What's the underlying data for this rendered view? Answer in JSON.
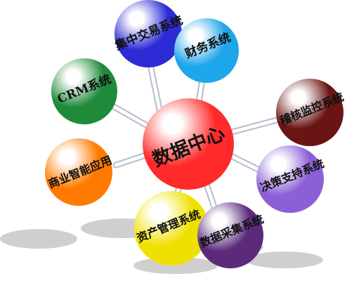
{
  "center": {
    "label": "数据中心",
    "color": "#ff2a2a"
  },
  "nodes": [
    {
      "id": "jizhong",
      "label": "集中交易系统",
      "color": "#2d2bd6"
    },
    {
      "id": "caiwu",
      "label": "财务系统",
      "color": "#1ea6ea"
    },
    {
      "id": "crm",
      "label": "CRM系统",
      "color": "#1f8a3a"
    },
    {
      "id": "jihe",
      "label": "稽核监控系统",
      "color": "#6a1414"
    },
    {
      "id": "shangye",
      "label": "商业智能应用",
      "color": "#ff7a00"
    },
    {
      "id": "juece",
      "label": "决策支持系统",
      "color": "#8c5fd6"
    },
    {
      "id": "zichan",
      "label": "资产管理系统",
      "color": "#f0e000"
    },
    {
      "id": "caiji",
      "label": "数据采集系统",
      "color": "#5b2a7a"
    }
  ]
}
